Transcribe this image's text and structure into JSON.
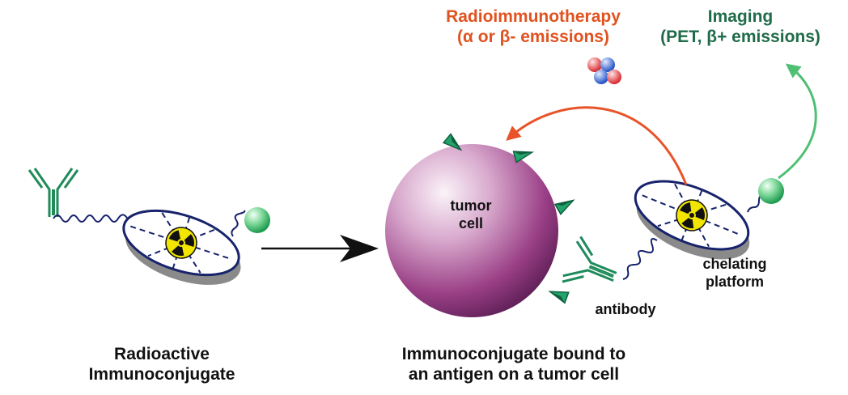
{
  "labels": {
    "radio_title": "Radioimmunotherapy",
    "radio_sub": "(α or β- emissions)",
    "imaging_title": "Imaging",
    "imaging_sub": "(PET, β+ emissions)",
    "tumor_1": "tumor",
    "tumor_2": "cell",
    "chelating_1": "chelating",
    "chelating_2": "platform",
    "antibody": "antibody",
    "left_caption_1": "Radioactive",
    "left_caption_2": "Immunoconjugate",
    "right_caption_1": "Immunoconjugate bound to",
    "right_caption_2": "an antigen on a tumor cell"
  },
  "colors": {
    "therapy_arrow": "#e8532a",
    "imaging_arrow": "#4fbf73",
    "antibody": "#1f8a5a",
    "platform_outline": "#17236b",
    "tumor_cell": "#9a3f86",
    "radiation_yellow": "#f2e600"
  },
  "icons": [
    "antibody-icon",
    "radiation-icon",
    "radioisotope-sphere-icon",
    "particle-cluster-icon",
    "antigen-icon"
  ]
}
